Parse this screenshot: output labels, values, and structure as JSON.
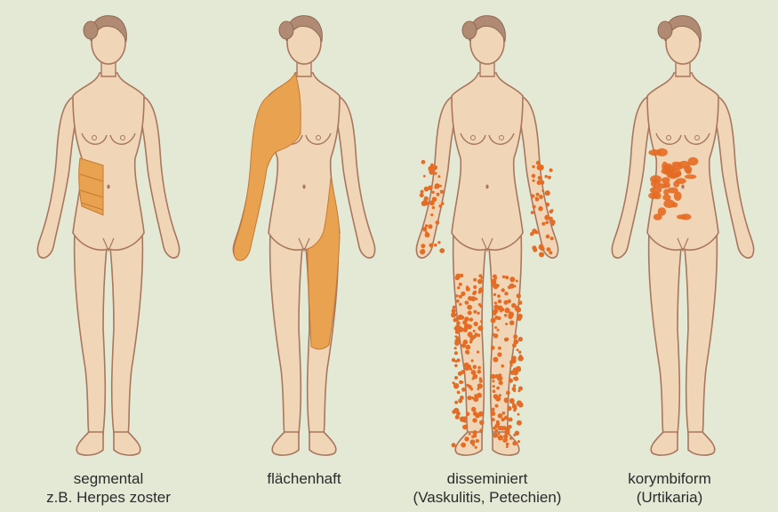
{
  "figures": [
    {
      "id": "segmental",
      "caption_line1": "segmental",
      "caption_line2": "z.B. Herpes zoster"
    },
    {
      "id": "flaechenhaft",
      "caption_line1": "flächenhaft",
      "caption_line2": ""
    },
    {
      "id": "disseminiert",
      "caption_line1": "disseminiert",
      "caption_line2": "(Vaskulitis, Petechien)"
    },
    {
      "id": "korymbiform",
      "caption_line1": "korymbiform",
      "caption_line2": "(Urtikaria)"
    }
  ],
  "colors": {
    "background": "#e4e9d6",
    "skin": "#f0d6b6",
    "outline": "#a9765e",
    "hair": "#b08a72",
    "lesion_area": "#e9a24f",
    "lesion_spots": "#e46c24"
  }
}
